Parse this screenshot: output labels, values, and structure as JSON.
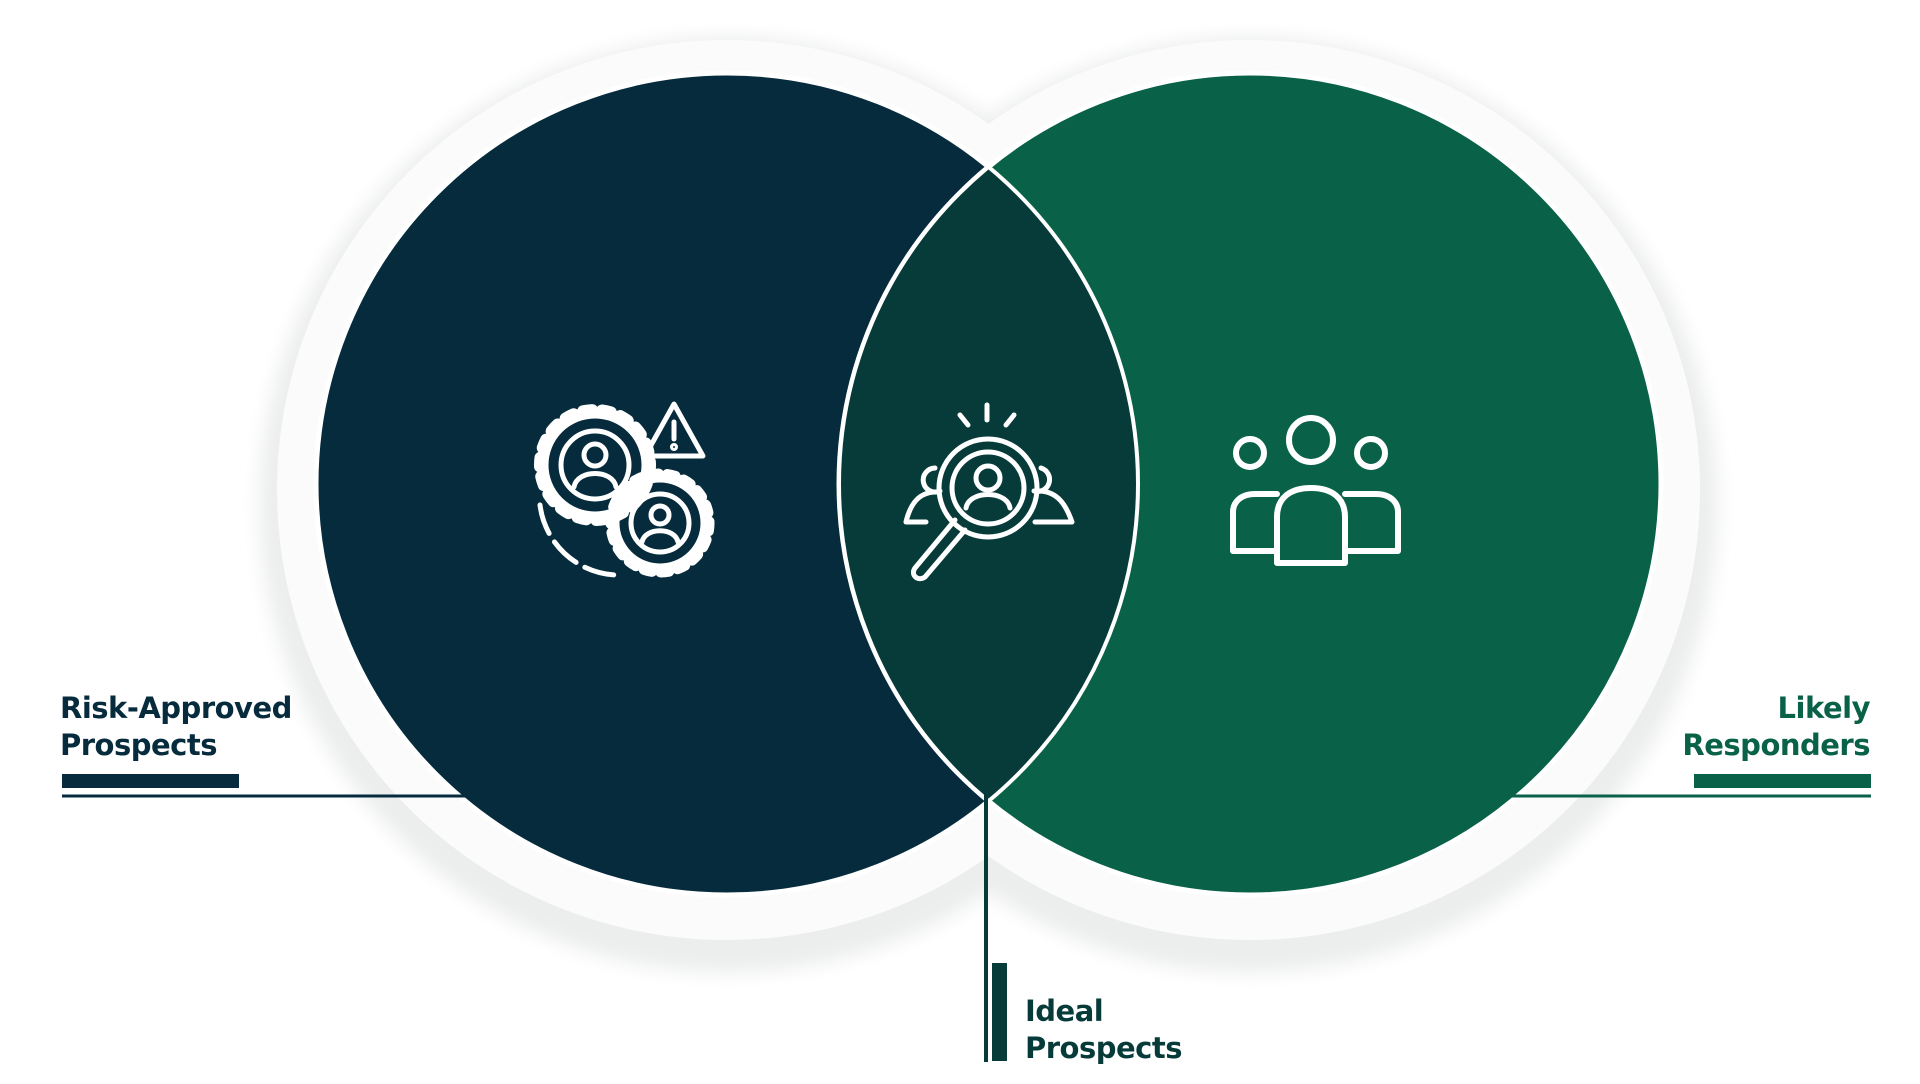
{
  "diagram": {
    "type": "venn",
    "sets": [
      {
        "id": "left",
        "label_lines": [
          "Risk-Approved",
          "Prospects"
        ],
        "icon": "gears-people-warning-icon",
        "color": "#052b3d"
      },
      {
        "id": "right",
        "label_lines": [
          "Likely",
          "Responders"
        ],
        "icon": "group-people-icon",
        "color": "#096148"
      }
    ],
    "intersection": {
      "label_lines": [
        "Ideal",
        "Prospects"
      ],
      "icon": "magnifier-person-search-icon",
      "color": "#073b3a"
    },
    "colors": {
      "background": "#ffffff",
      "outline": "#ffffff",
      "shadow": "#e9eceb"
    }
  }
}
